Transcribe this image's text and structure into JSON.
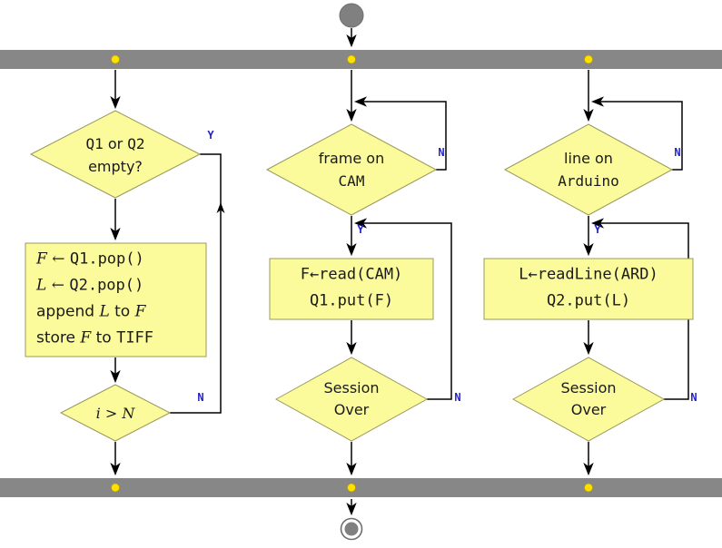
{
  "labels": {
    "yes": "Y",
    "no": "N"
  },
  "writer": {
    "decision_empty": {
      "l1_code1": "Q1",
      "l1_word": " or ",
      "l1_code2": "Q2",
      "l2": "empty?"
    },
    "process": {
      "l1": {
        "v": "F",
        "arrow": " ← ",
        "code": "Q1.pop()"
      },
      "l2": {
        "v": "L",
        "arrow": " ← ",
        "code": "Q2.pop()"
      },
      "l3": {
        "w1": "append ",
        "v1": "L",
        "w2": " to ",
        "v2": "F"
      },
      "l4": {
        "w1": "store ",
        "v1": "F",
        "w2": " to ",
        "code": "TIFF"
      }
    },
    "decision_done": {
      "expr": "i > N"
    }
  },
  "camera": {
    "decision": {
      "l1": "frame on",
      "l2": "CAM"
    },
    "process": {
      "l1": "F←read(CAM)",
      "l2": "Q1.put(F)"
    },
    "decision_over": {
      "l1": "Session",
      "l2": "Over"
    }
  },
  "serial": {
    "decision": {
      "l1": "line on",
      "l2": "Arduino"
    },
    "process": {
      "l1": "L←readLine(ARD)",
      "l2": "Q2.put(L)"
    },
    "decision_over": {
      "l1": "Session",
      "l2": "Over"
    }
  },
  "colors": {
    "node_fill": "#fbfb9b",
    "node_border": "#99995c",
    "bar": "#878787",
    "dot": "#ffe100",
    "line": "#000000",
    "branch_label": "#2222cc",
    "start_fill": "#808080"
  }
}
